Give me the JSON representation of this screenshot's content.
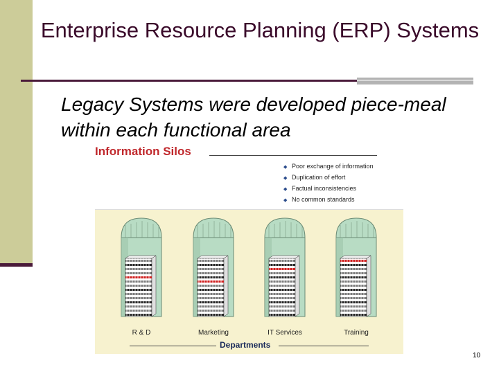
{
  "slide": {
    "title": "Enterprise Resource Planning (ERP) Systems",
    "body": "Legacy Systems were developed piece-meal within each functional area",
    "page_number": "10"
  },
  "figure": {
    "title": "Information Silos",
    "bullets": [
      "Poor exchange of information",
      "Duplication of effort",
      "Factual inconsistencies",
      "No common standards"
    ],
    "departments_label": "Departments",
    "silos": [
      {
        "label": "R & D",
        "highlight_row": 4
      },
      {
        "label": "Marketing",
        "highlight_row": 5
      },
      {
        "label": "IT Services",
        "highlight_row": 2
      },
      {
        "label": "Training",
        "highlight_row": 0
      }
    ]
  },
  "colors": {
    "title_text": "#3a0a2a",
    "left_bar": "#cccc99",
    "accent_rule": "#4a1a3a",
    "figure_title": "#c0282c",
    "highlight_stripe": "#d02020",
    "silo_fill": "#b8dcc4"
  },
  "icons": {
    "bullet": "diamond-bullet-icon",
    "silo": "silo-icon"
  }
}
